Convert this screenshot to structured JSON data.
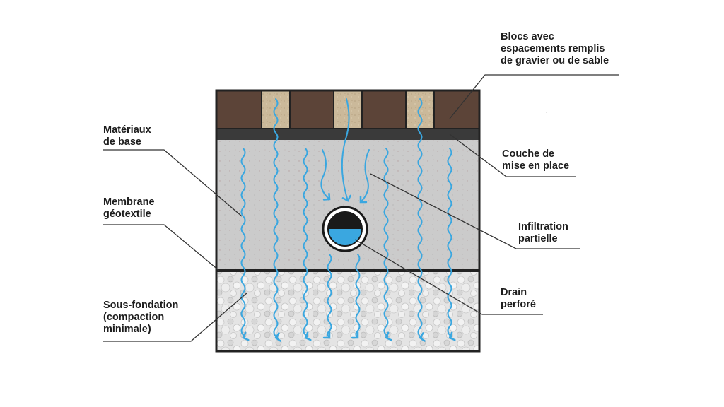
{
  "labels": {
    "blocs": [
      "Blocs avec",
      "espacements remplis",
      "de gravier ou de sable"
    ],
    "couche": [
      "Couche de",
      "mise en place"
    ],
    "infiltration": [
      "Infiltration",
      "partielle"
    ],
    "drain": [
      "Drain",
      "perforé"
    ],
    "materiaux": [
      "Matériaux",
      "de base"
    ],
    "membrane": [
      "Membrane",
      "géotextile"
    ],
    "sousfondation": [
      "Sous-fondation",
      "(compaction",
      "minimale)"
    ]
  },
  "colors": {
    "paver": "#5c4438",
    "gravel_joint": "#cbb99a",
    "bedding": "#3a3a3a",
    "base": "#cbcbcb",
    "subbase": "#e6e6e6",
    "outline": "#222222",
    "water": "#3aa7e0",
    "pipe_top": "#1a1a1a",
    "leader": "#333333"
  }
}
